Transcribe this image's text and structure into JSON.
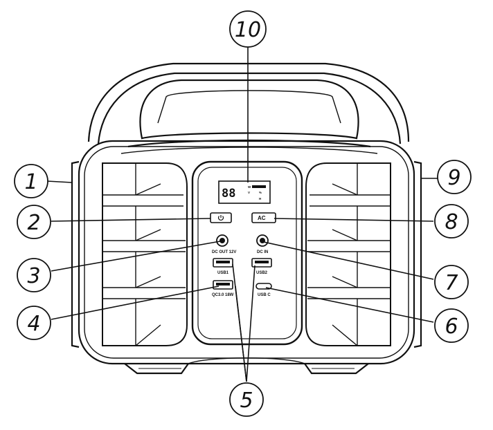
{
  "device": {
    "ports": {
      "dc_out": "DC OUT 12V",
      "dc_in": "DC IN",
      "usb1": "USB1",
      "usb2": "USB2",
      "qc": "QC3.0 18W",
      "usbc": "USB C"
    },
    "ac_button": "AC",
    "display": {
      "digits": "88",
      "tags": [
        "W",
        "V",
        "%",
        "H"
      ]
    }
  },
  "callouts": [
    "1",
    "2",
    "3",
    "4",
    "5",
    "6",
    "7",
    "8",
    "9",
    "10"
  ]
}
